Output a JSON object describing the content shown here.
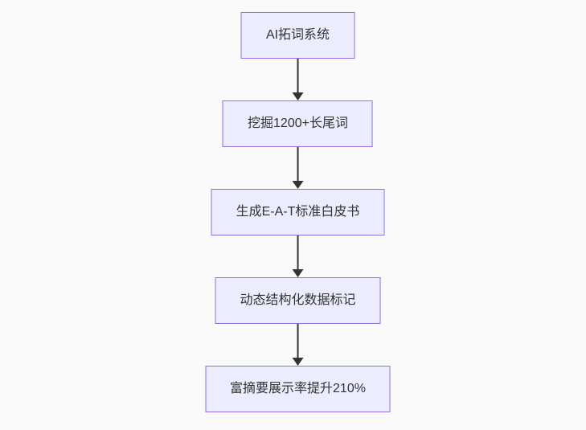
{
  "diagram": {
    "type": "flowchart-vertical",
    "nodes": [
      {
        "label": "AI拓词系统"
      },
      {
        "label": "挖掘1200+长尾词"
      },
      {
        "label": "生成E-A-T标准白皮书"
      },
      {
        "label": "动态结构化数据标记"
      },
      {
        "label": "富摘要展示率提升210%"
      }
    ],
    "colors": {
      "node_fill": "#ECECFF",
      "node_border": "#9370DB",
      "arrow": "#333333",
      "text": "#333333",
      "background": "#FAFAFA"
    }
  }
}
